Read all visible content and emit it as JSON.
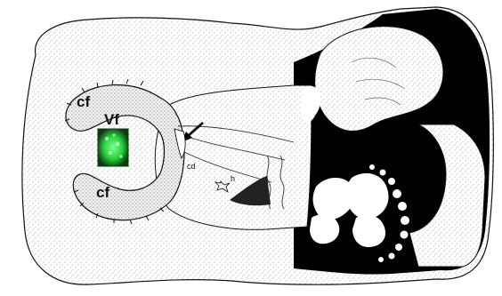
{
  "labels": {
    "cf_top": "cf",
    "vf": "Vf",
    "cf_bottom": "cf",
    "cd": "cd",
    "h": "h"
  },
  "colors": {
    "outline": "#111111",
    "stipple": "#9a9a9a",
    "black_mass": "#000000",
    "fluorescence": "#2ee84a",
    "fluorescence_bg": "#0b3a10"
  }
}
